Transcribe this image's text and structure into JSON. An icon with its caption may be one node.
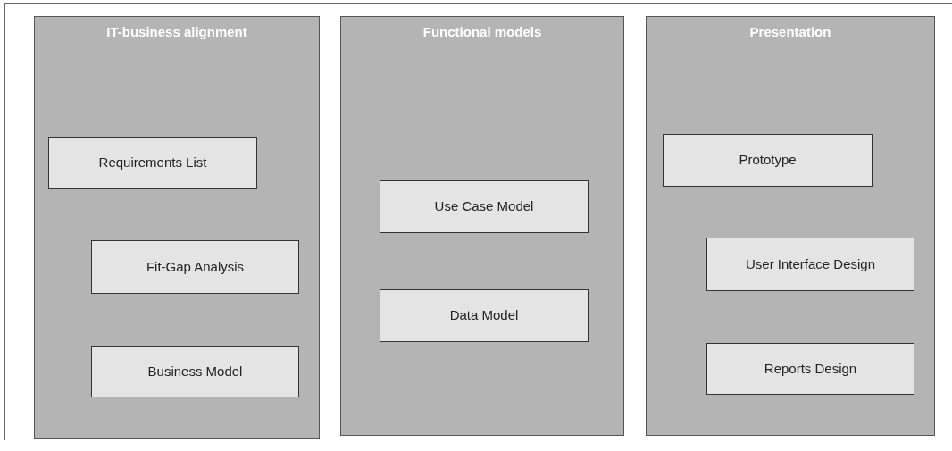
{
  "diagram": {
    "nodes": [
      {
        "text": [
          "IT-business alignment"
        ]
      },
      {
        "text": [
          "Requirements List"
        ],
        "in": 0
      },
      {
        "text": [
          "Fit-Gap Analysis"
        ],
        "in": 0
      },
      {
        "text": [
          "Business Model"
        ],
        "in": 0
      },
      {
        "text": [
          "Functional models"
        ]
      },
      {
        "text": [
          "Use Case Model"
        ],
        "in": 4
      },
      {
        "text": [
          "Data Model"
        ],
        "in": 4
      },
      {
        "text": [
          "Presentation"
        ]
      },
      {
        "text": [
          "Prototype"
        ],
        "in": 7
      },
      {
        "text": [
          "User Interface Design"
        ],
        "in": 7
      },
      {
        "text": [
          "Reports Design"
        ],
        "in": 7
      }
    ]
  }
}
